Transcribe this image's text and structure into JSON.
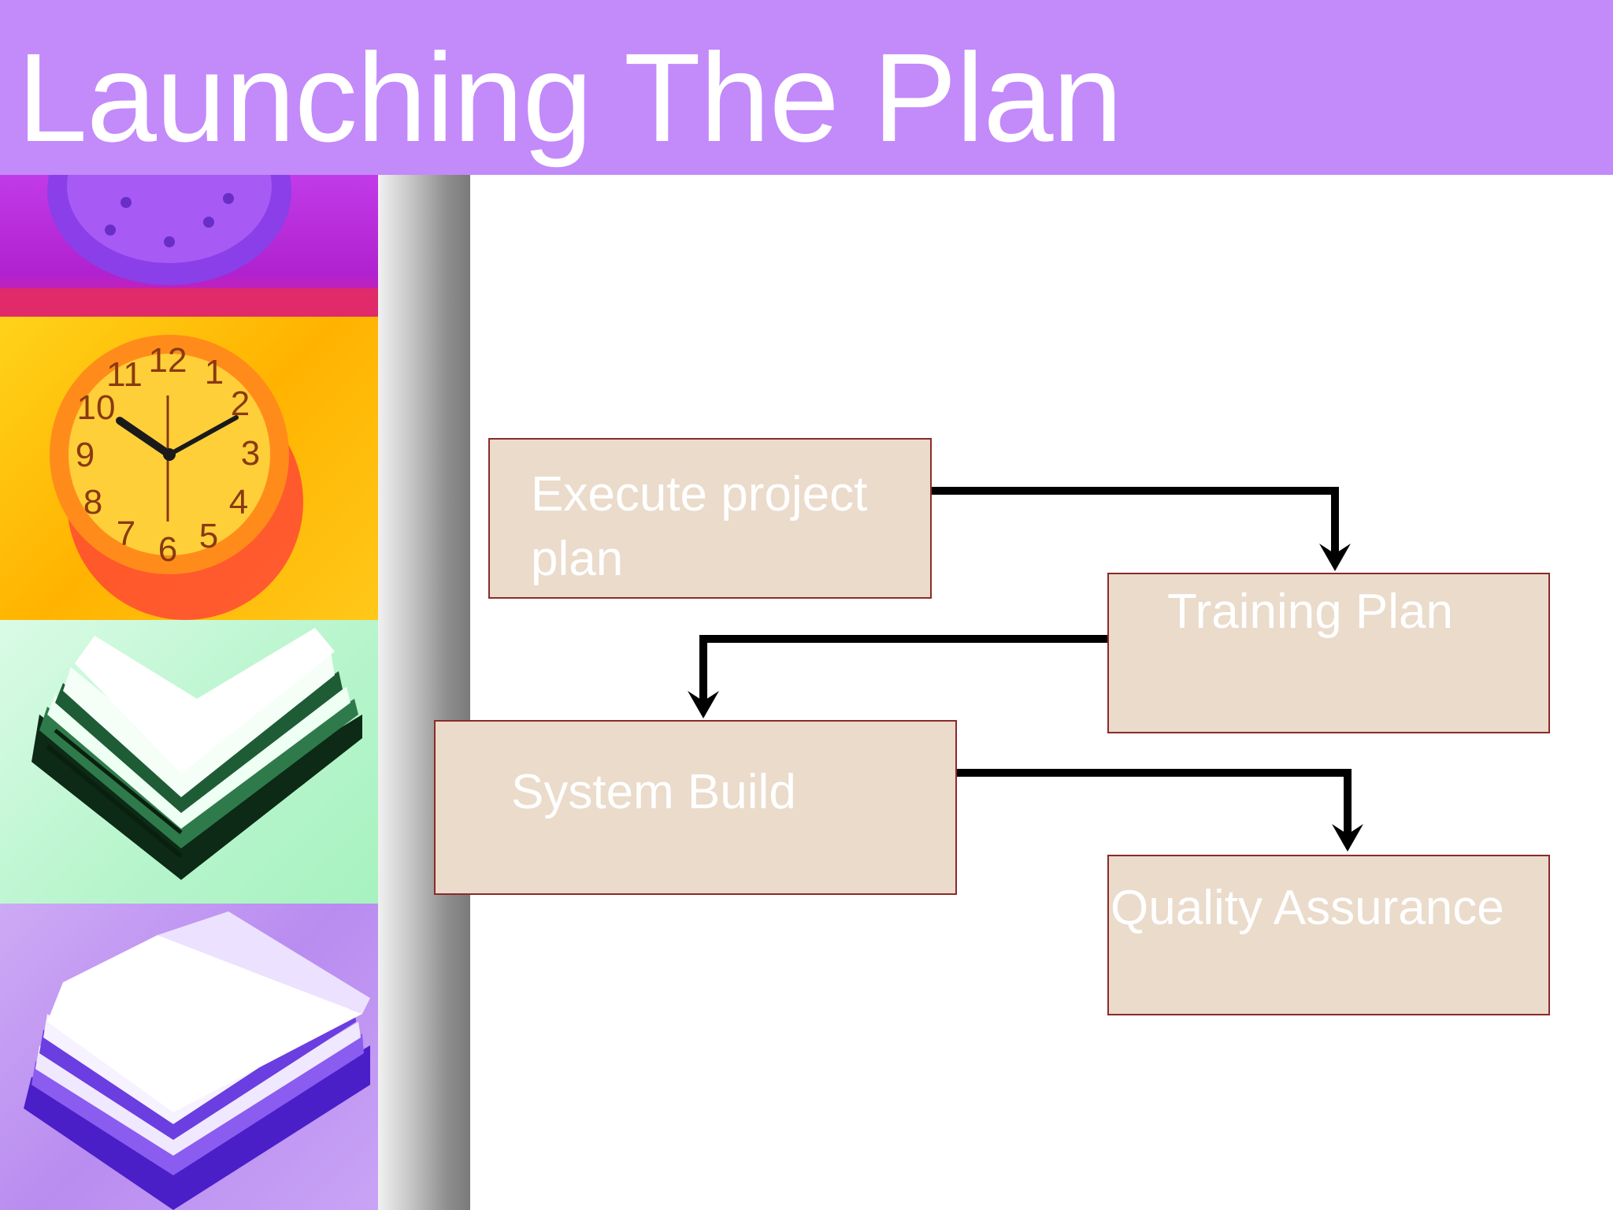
{
  "slide": {
    "title": "Launching The Plan"
  },
  "flow": {
    "steps": [
      {
        "label": "Execute project plan",
        "line1": "Execute project",
        "line2": "plan"
      },
      {
        "label": "Training Plan"
      },
      {
        "label": "System Build"
      },
      {
        "label": "Quality Assurance"
      }
    ]
  },
  "colors": {
    "title_bar": "#c38afa",
    "box_fill": "#eadbcb",
    "box_border": "#8a2b2b",
    "box_text": "#ffffff",
    "connector": "#000000"
  },
  "decorations": {
    "photo_strip": [
      "clock-magenta",
      "clock-orange",
      "papers-green",
      "papers-purple"
    ]
  }
}
